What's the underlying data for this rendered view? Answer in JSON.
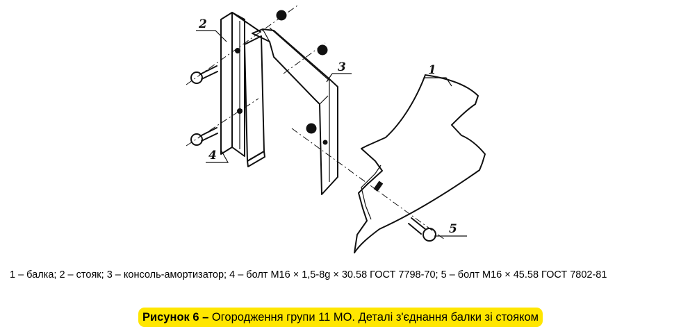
{
  "figure": {
    "parts": [
      {
        "label": "1"
      },
      {
        "label": "2"
      },
      {
        "label": "3"
      },
      {
        "label": "4"
      },
      {
        "label": "5"
      }
    ]
  },
  "legend": {
    "text": "1 – балка; 2 – стояк; 3 – консоль-амортизатор; 4 – болт М16 × 1,5-8g × 30.58 ГОСТ 7798-70; 5 – болт М16 × 45.58 ГОСТ 7802-81"
  },
  "caption": {
    "prefix": "Рисунок 6 –",
    "title": "Огородження групи 11 МО. Деталі з'єднання балки зі стояком",
    "highlight_color": "#ffe600"
  }
}
